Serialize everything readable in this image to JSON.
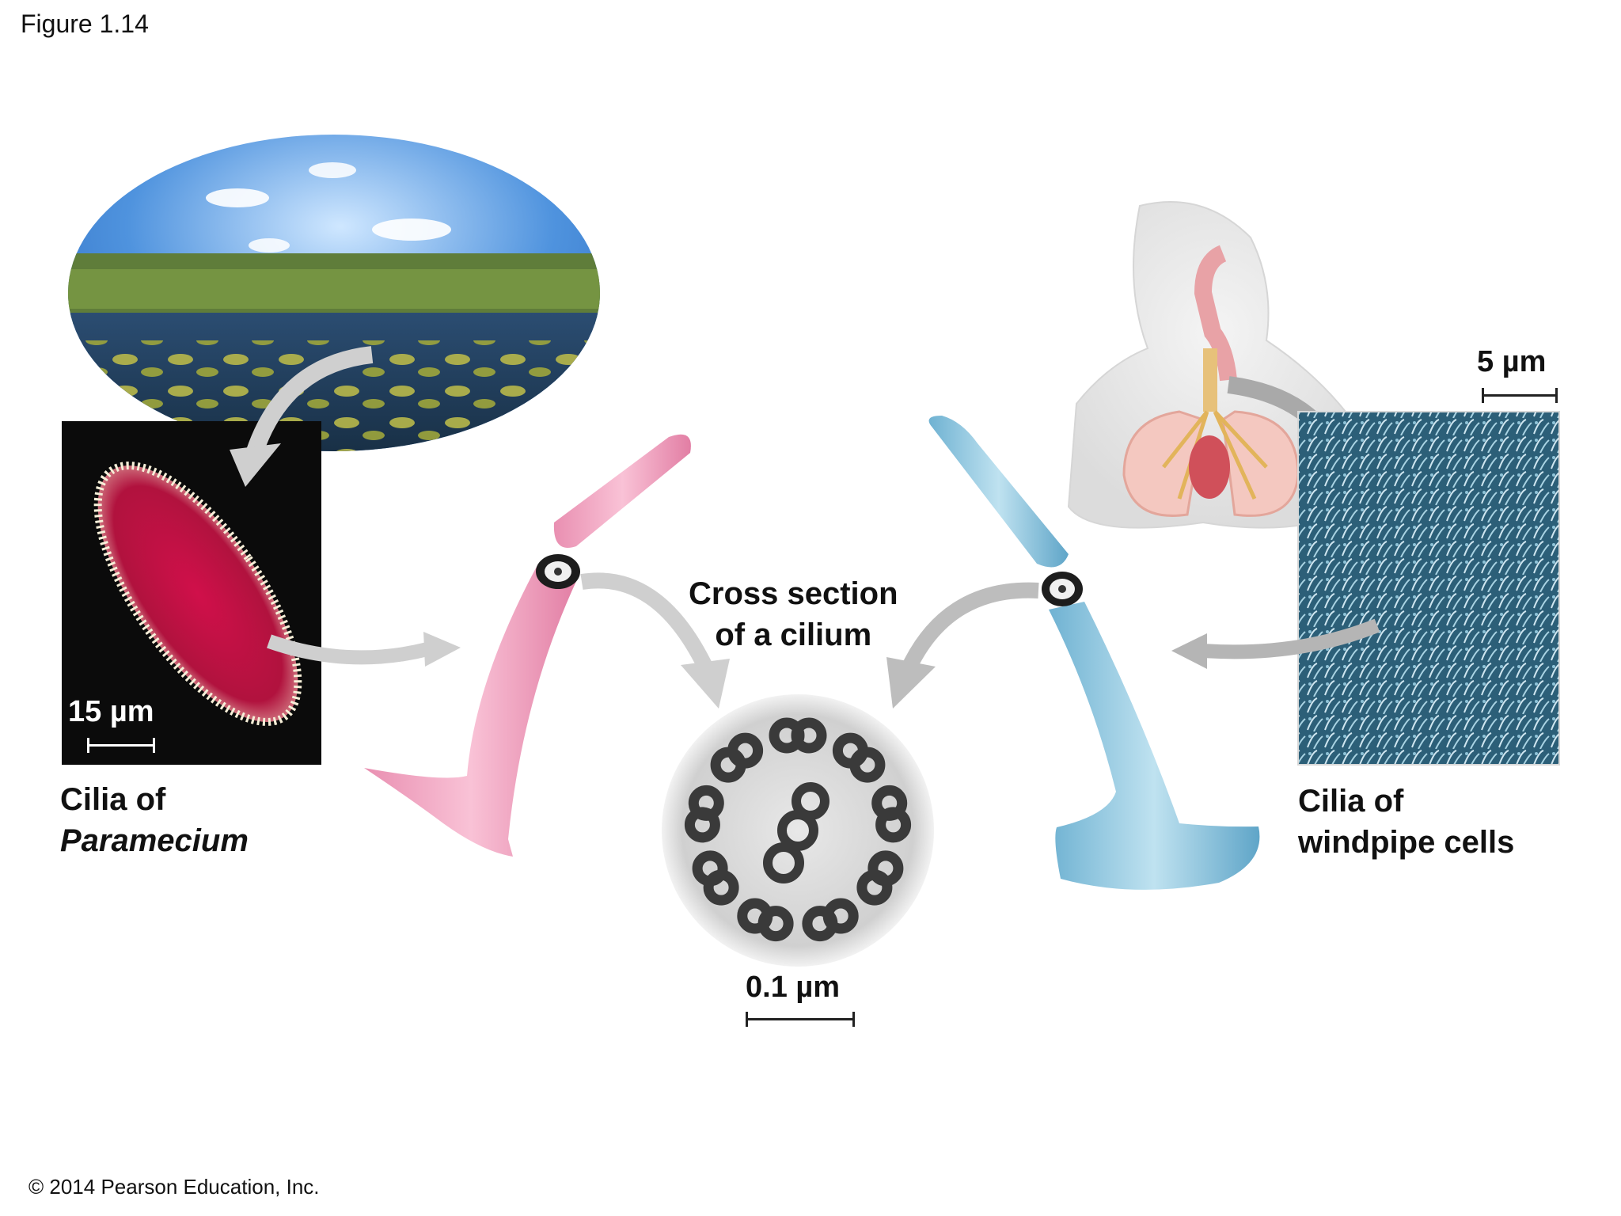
{
  "figure": {
    "label": "Figure 1.14",
    "copyright": "© 2014 Pearson Education, Inc."
  },
  "panels": {
    "paramecium": {
      "caption_line1": "Cilia of",
      "caption_line2": "Paramecium",
      "scale": "15 µm"
    },
    "cross_section": {
      "caption_line1": "Cross section",
      "caption_line2": "of a cilium",
      "scale": "0.1 µm"
    },
    "windpipe": {
      "caption_line1": "Cilia of",
      "caption_line2": "windpipe cells",
      "scale": "5 µm"
    }
  },
  "colors": {
    "pink_cilium": "#f4a9c4",
    "blue_cilium": "#8dc6de",
    "arrow": "#c8c8c8",
    "micrograph_bg": "#0b0b0b",
    "sem_blue": "#3b7b9a"
  }
}
